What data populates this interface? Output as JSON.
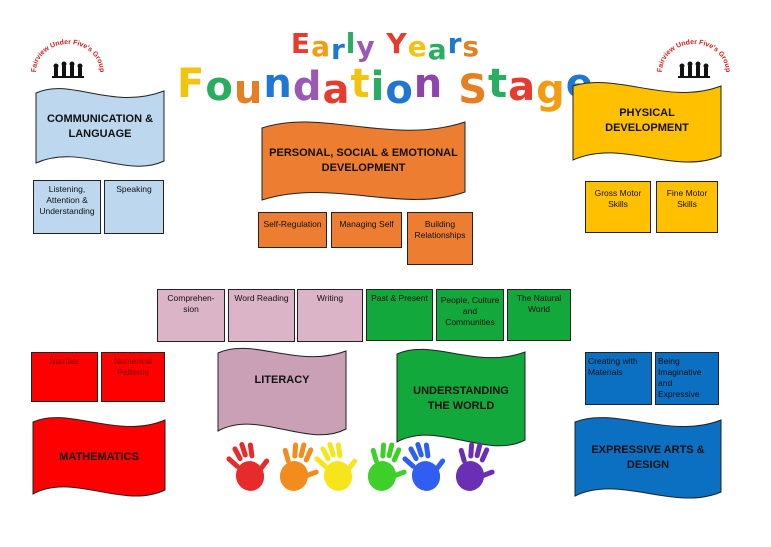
{
  "title": {
    "line1": "Early Years",
    "line2": "Foundation Stage",
    "line1_colors": [
      "#e63c2f",
      "#f39c12",
      "#1f77d2",
      "#27ae60",
      "#9b59b6",
      "#e63c2f",
      "#f1c40f",
      "#27ae60",
      "#1f77d2",
      "#e67e22",
      "#8e44ad"
    ],
    "line2_colors": [
      "#f1c40f",
      "#27ae60",
      "#e67e22",
      "#1f77d2",
      "#9b59b6",
      "#e63c2f",
      "#f1c40f",
      "#27ae60",
      "#1f77d2",
      "#8e44ad",
      "#e67e22",
      "#27ae60",
      "#e63c2f",
      "#f39c12",
      "#1f77d2",
      "#9b59b6"
    ]
  },
  "logo": {
    "text": "Fairview Under Five's Group"
  },
  "areas": {
    "communication": {
      "label": "COMMUNICATION & LANGUAGE",
      "color": "#bdd7ee",
      "items": [
        "Listening, Attention & Understanding",
        "Speaking"
      ]
    },
    "psed": {
      "label": "PERSONAL, SOCIAL & EMOTIONAL DEVELOPMENT",
      "color": "#ed7d31",
      "items": [
        "Self-Regulation",
        "Managing Self",
        "Building Relationships"
      ]
    },
    "physical": {
      "label": "PHYSICAL DEVELOPMENT",
      "color": "#ffc000",
      "items": [
        "Gross Motor Skills",
        "Fine Motor Skills"
      ]
    },
    "literacy": {
      "label": "LITERACY",
      "color": "#c9a0b5",
      "item_color": "#dbb4c7",
      "items": [
        "Comprehen- sion",
        "Word Reading",
        "Writing"
      ]
    },
    "world": {
      "label": "UNDERSTANDING THE WORLD",
      "color": "#12a83c",
      "items": [
        "Past & Present",
        "People, Culture and Communities",
        "The Natural World"
      ]
    },
    "mathematics": {
      "label": "MATHEMATICS",
      "color": "#ff0000",
      "items": [
        "Number",
        "Numerical Patterns"
      ]
    },
    "arts": {
      "label": "EXPRESSIVE ARTS & DESIGN",
      "color": "#0b6fc2",
      "items": [
        "Creating with Materials",
        "Being Imaginative and Expressive"
      ]
    }
  },
  "handprint_colors": [
    "#e52b2b",
    "#f28c1c",
    "#f5e51a",
    "#3fcf2a",
    "#2f5ef0",
    "#6a2fb5"
  ]
}
